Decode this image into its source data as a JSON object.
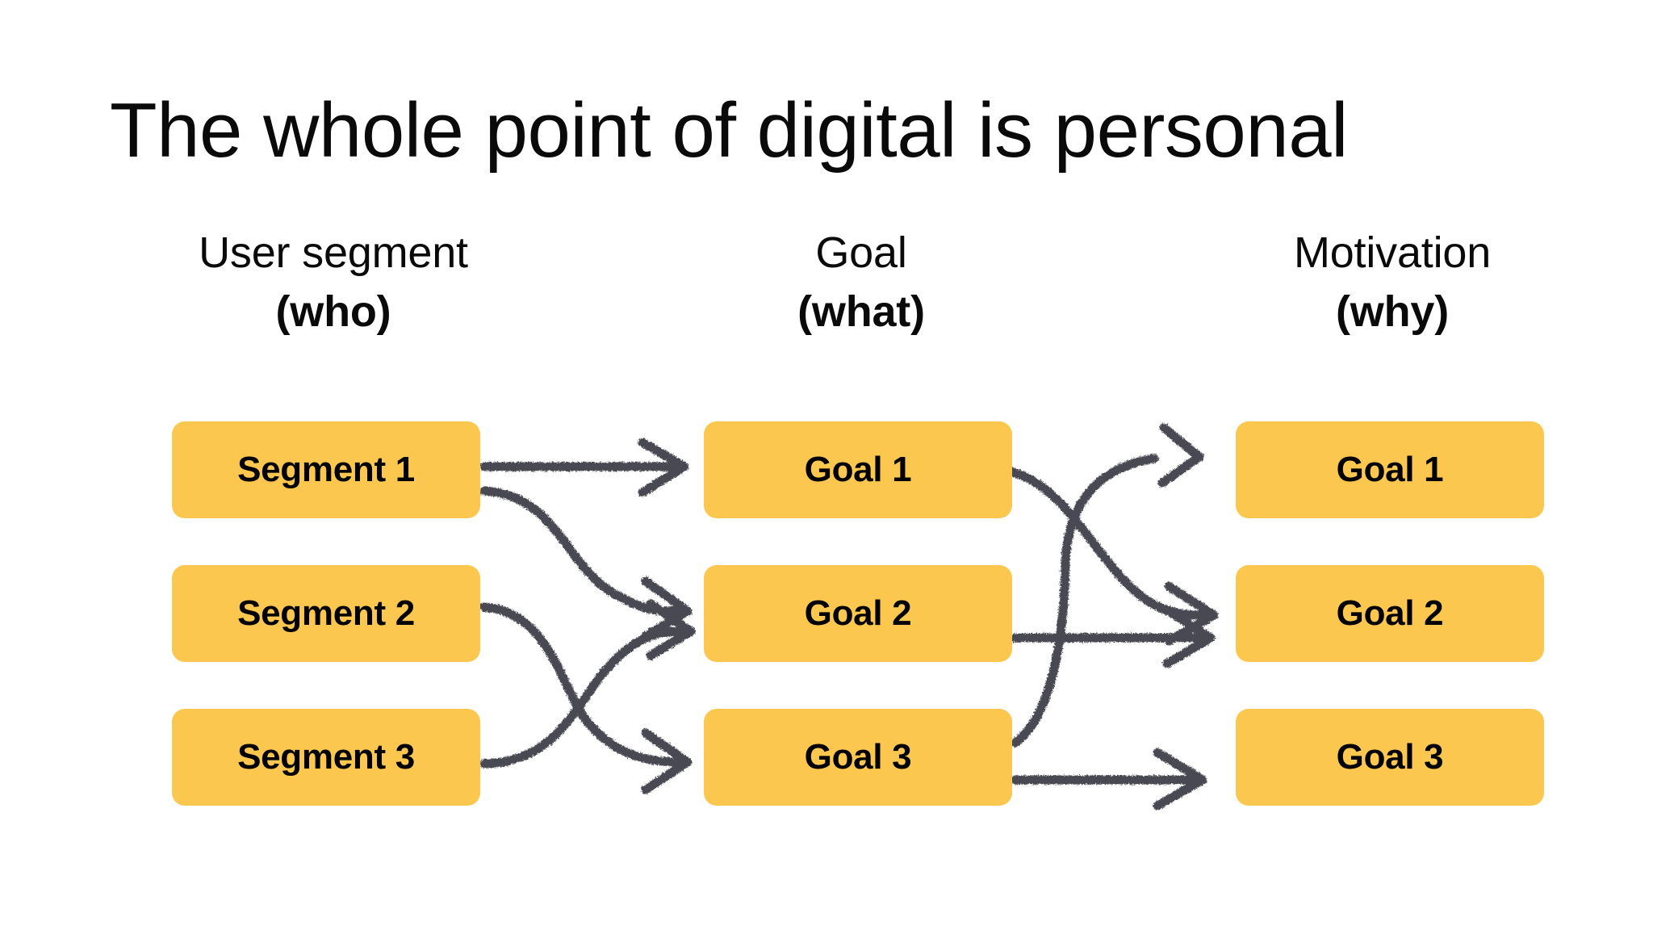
{
  "slide": {
    "title": "The whole point of digital is personal",
    "background_color": "#ffffff",
    "text_color": "#0a0a0a"
  },
  "theme": {
    "box_fill": "#fcc74e",
    "box_text": "#000000",
    "arrow_color": "#4a4a52"
  },
  "columns": [
    {
      "name": "User segment",
      "paren": "(who)"
    },
    {
      "name": "Goal",
      "paren": "(what)"
    },
    {
      "name": "Motivation",
      "paren": "(why)"
    }
  ],
  "nodes": {
    "user_segment": [
      {
        "label": "Segment 1"
      },
      {
        "label": "Segment 2"
      },
      {
        "label": "Segment 3"
      }
    ],
    "goal": [
      {
        "label": "Goal 1"
      },
      {
        "label": "Goal 2"
      },
      {
        "label": "Goal 3"
      }
    ],
    "motivation": [
      {
        "label": "Goal 1"
      },
      {
        "label": "Goal 2"
      },
      {
        "label": "Goal 3"
      }
    ]
  },
  "connections": {
    "segment_to_goal": [
      {
        "from": "Segment 1",
        "to": "Goal 1"
      },
      {
        "from": "Segment 1",
        "to": "Goal 2"
      },
      {
        "from": "Segment 2",
        "to": "Goal 3"
      },
      {
        "from": "Segment 3",
        "to": "Goal 2"
      }
    ],
    "goal_to_motivation": [
      {
        "from": "Goal 1",
        "to": "Goal 2"
      },
      {
        "from": "Goal 2",
        "to": "Goal 2"
      },
      {
        "from": "Goal 3",
        "to": "Goal 1"
      },
      {
        "from": "Goal 3",
        "to": "Goal 3"
      }
    ]
  }
}
